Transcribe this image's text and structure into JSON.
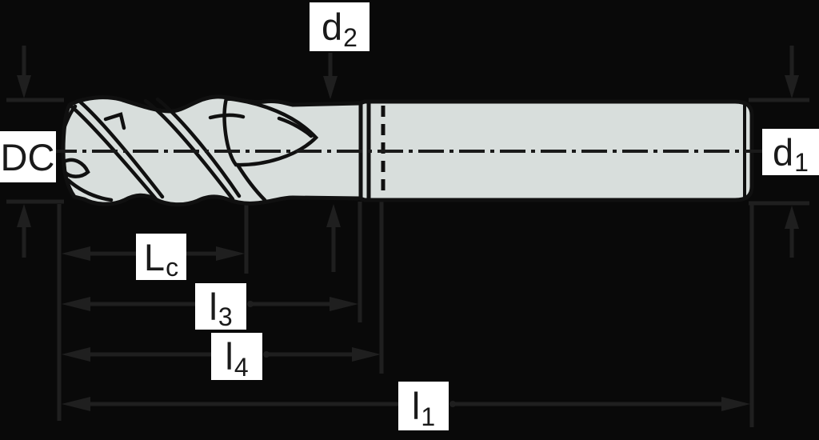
{
  "diagram": {
    "kind": "technical-dimension-drawing",
    "subject": "end-mill-cutter-side-view",
    "colors": {
      "background": "#090909",
      "tool_fill": "#d8dedc",
      "tool_outline": "#101010",
      "dimension_line": "#1f1f1f",
      "label_bg": "#ffffff",
      "label_text": "#1a1a1a"
    }
  },
  "labels": {
    "dc": {
      "base": "DC",
      "sub": ""
    },
    "d2": {
      "base": "d",
      "sub": "2"
    },
    "d1": {
      "base": "d",
      "sub": "1"
    },
    "lc": {
      "base": "L",
      "sub": "c"
    },
    "l3": {
      "base": "l",
      "sub": "3"
    },
    "l4": {
      "base": "l",
      "sub": "4"
    },
    "l1": {
      "base": "l",
      "sub": "1"
    }
  }
}
